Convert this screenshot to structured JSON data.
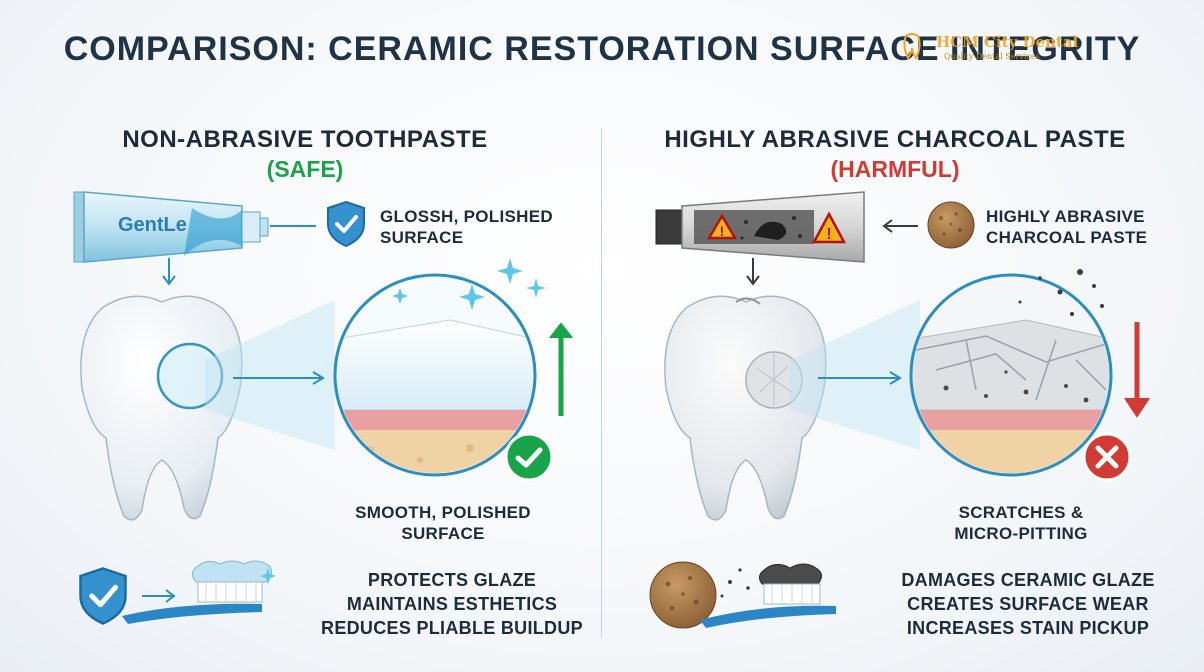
{
  "title": "COMPARISON: CERAMIC RESTORATION SURFACE INTEGRITY",
  "watermark": {
    "name": "HCM City Dental",
    "tagline": "Quality Dental Services"
  },
  "left": {
    "heading": "NON-ABRASIVE TOOTHPASTE",
    "status": "(SAFE)",
    "tube_brand": "GentLe",
    "feature_label_line1": "GLOSSH, POLISHED",
    "feature_label_line2": "SURFACE",
    "result_line1": "SMOOTH, POLISHED",
    "result_line2": "SURFACE",
    "benefits": [
      "PROTECTS GLAZE",
      "MAINTAINS ESTHETICS",
      "REDUCES PLIABLE BUILDUP"
    ]
  },
  "right": {
    "heading": "HIGHLY ABRASIVE CHARCOAL PASTE",
    "status": "(HARMFUL)",
    "feature_label_line1": "HIGHLY ABRASIVE",
    "feature_label_line2": "CHARCOAL PASTE",
    "result_line1": "SCRATCHES &",
    "result_line2": "MICRO-PITTING",
    "effects": [
      "DAMAGES CERAMIC GLAZE",
      "CREATES SURFACE WEAR",
      "INCREASES STAIN PICKUP"
    ]
  },
  "colors": {
    "safe": "#1aa44a",
    "harmful": "#d23b33",
    "accent": "#2a8fc0",
    "shield": "#2b86c6",
    "charcoal": "#2f2f2f"
  }
}
